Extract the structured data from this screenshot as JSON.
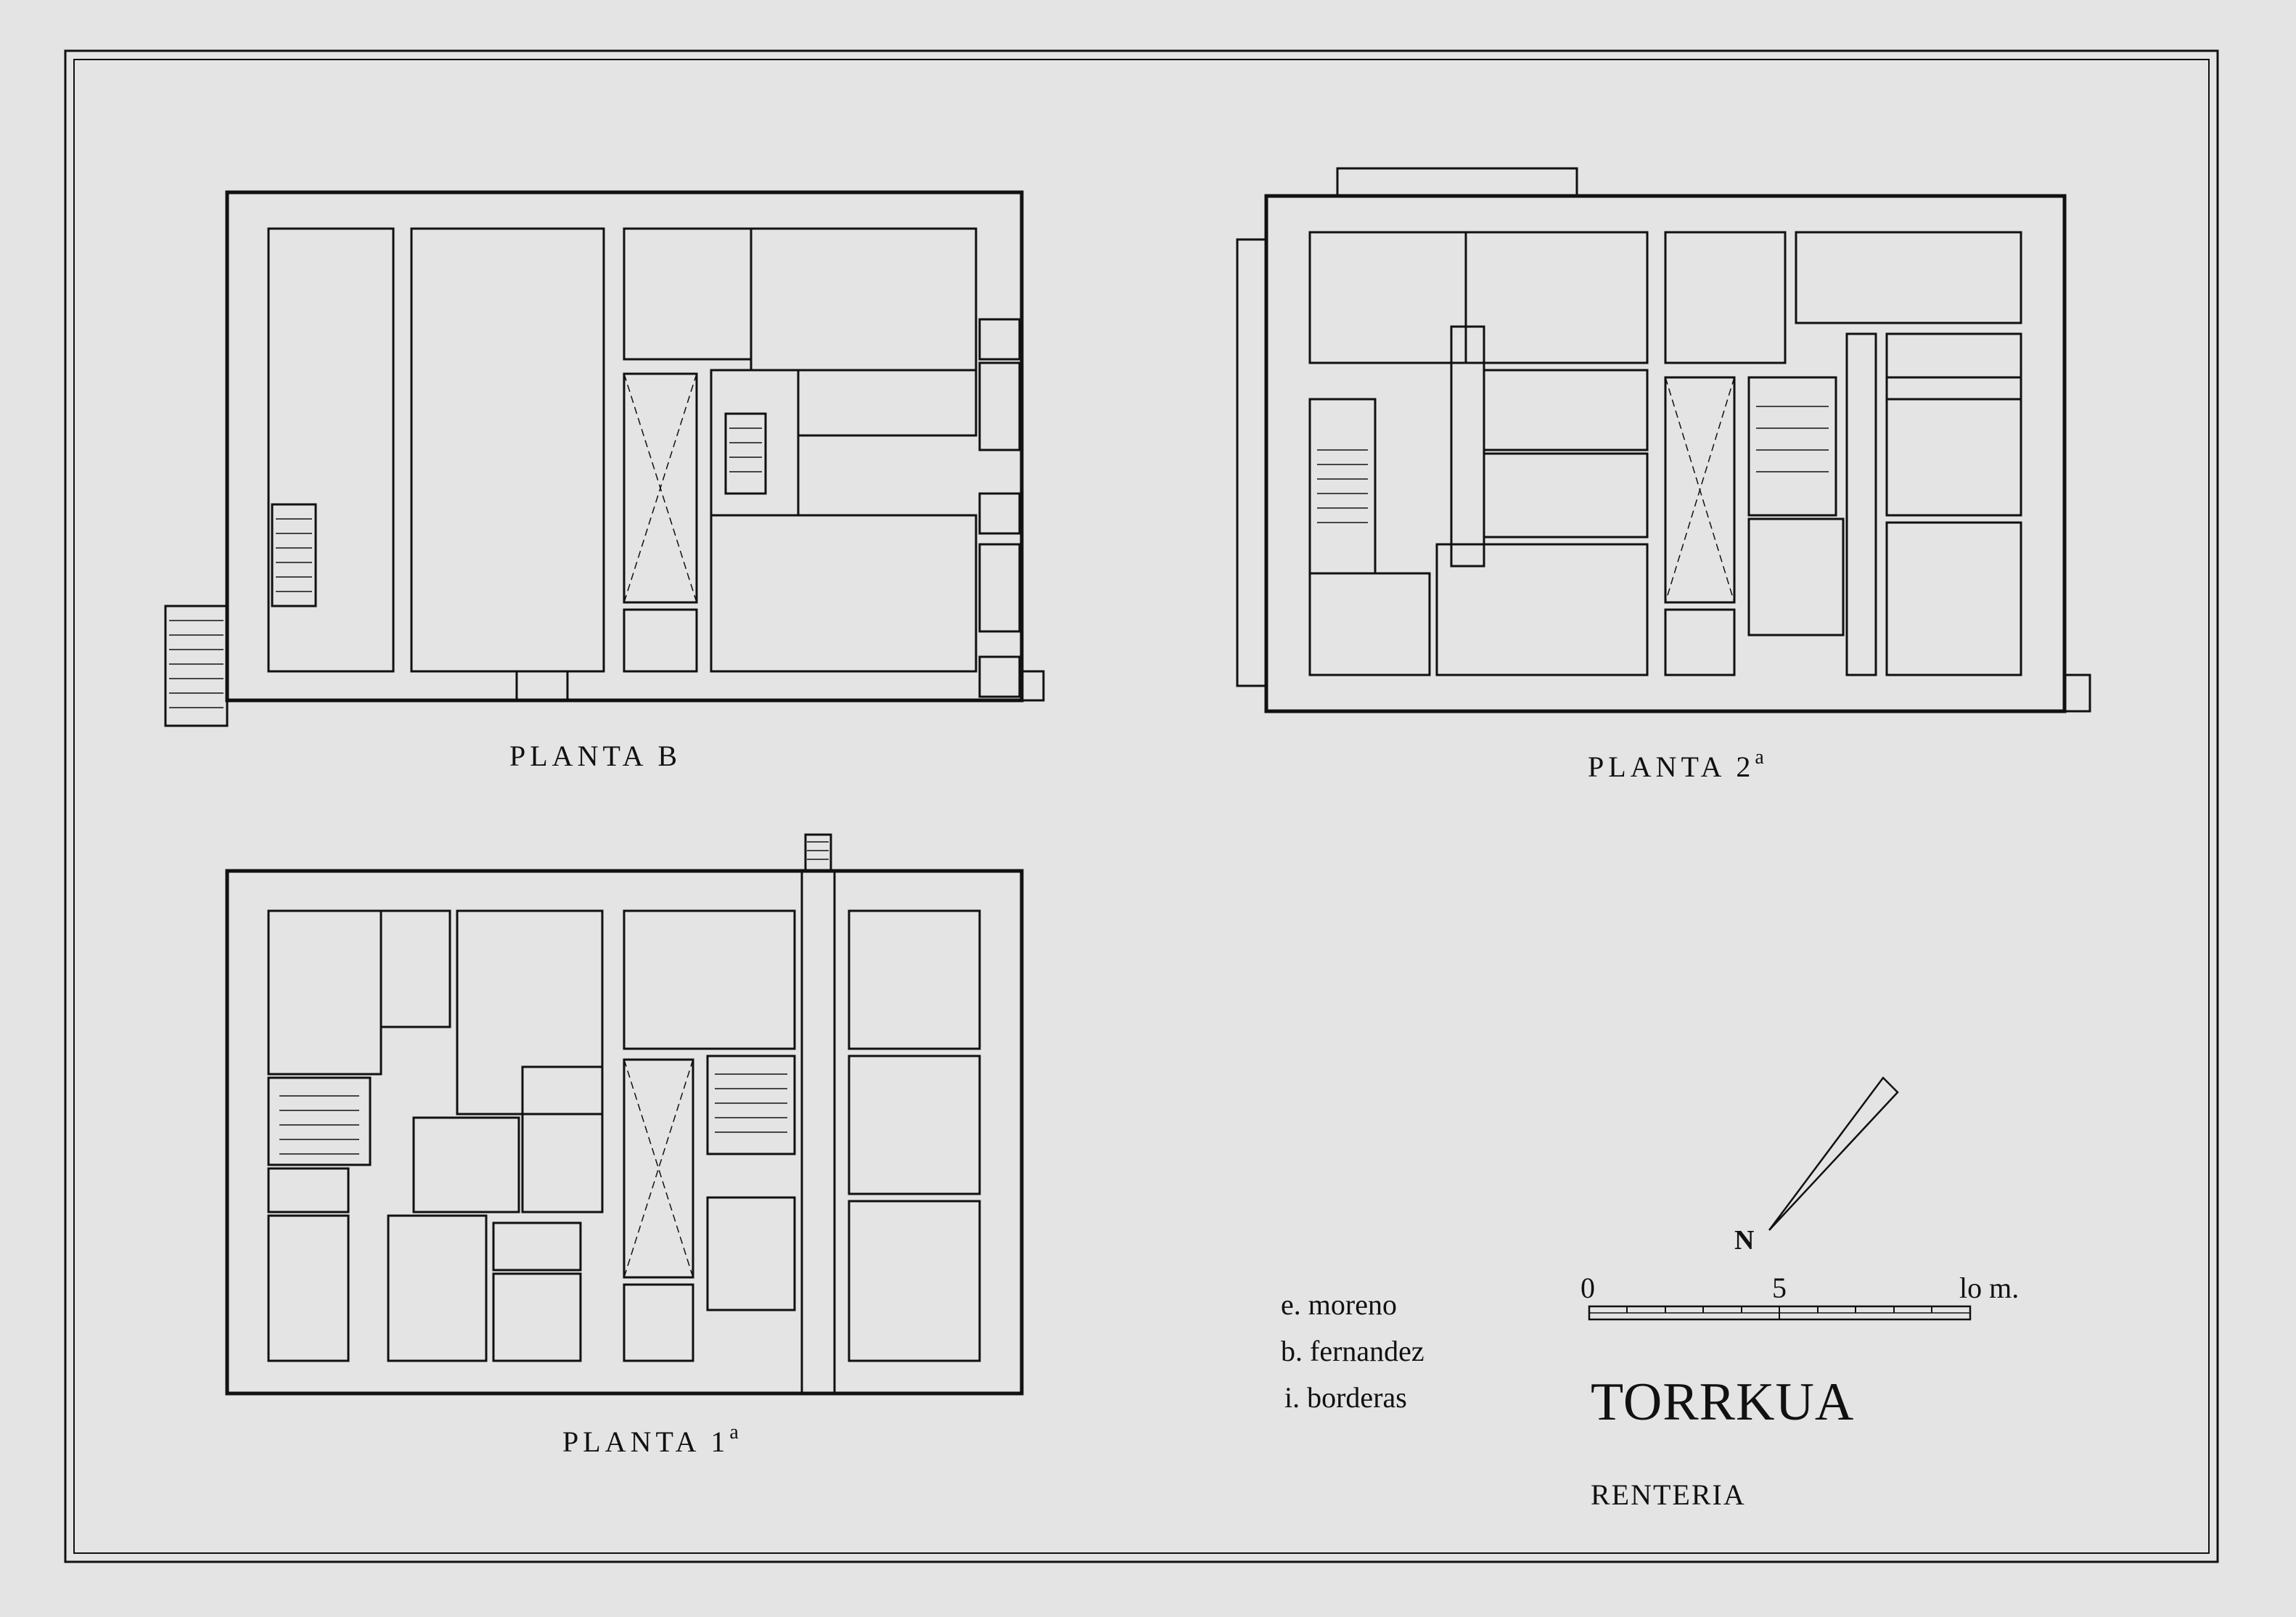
{
  "plans": {
    "planta_b": {
      "label": "PLANTA B",
      "suffix": ""
    },
    "planta_2": {
      "label": "PLANTA 2",
      "suffix": "a"
    },
    "planta_1": {
      "label": "PLANTA 1",
      "suffix": "a"
    }
  },
  "authors": [
    "e. moreno",
    "b. fernandez",
    "i. borderas"
  ],
  "title": "TORRKUA",
  "location": "RENTERIA",
  "north_label": "N",
  "scale": {
    "start": "0",
    "mid": "5",
    "end": "lo m."
  }
}
